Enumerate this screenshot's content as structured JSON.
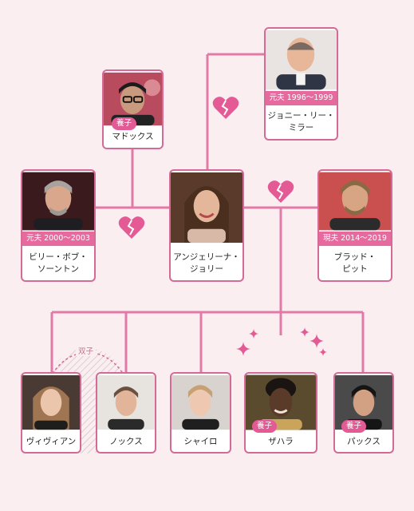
{
  "colors": {
    "line": "#e17aa7",
    "border": "#d46a95",
    "band": "#e76a9e",
    "background": "#fbeef1"
  },
  "heart_icon": "broken-heart-icon",
  "people": {
    "maddox": {
      "name": "マドックス",
      "badge": "養子"
    },
    "jonny": {
      "name": "ジョニー・リー・\nミラー",
      "band": "元夫  1996～1999"
    },
    "billy": {
      "name": "ビリー・ボブ・\nソーントン",
      "band": "元夫  2000～2003"
    },
    "angelina": {
      "name": "アンジェリーナ・\nジョリー"
    },
    "brad": {
      "name": "ブラッド・\nピット",
      "band": "現夫  2014～2019"
    },
    "vivienne": {
      "name": "ヴィヴィアン"
    },
    "knox": {
      "name": "ノックス"
    },
    "shiloh": {
      "name": "シャイロ"
    },
    "zahara": {
      "name": "ザハラ",
      "badge": "養子"
    },
    "pax": {
      "name": "パックス",
      "badge": "養子"
    }
  },
  "twins_label": "双子"
}
